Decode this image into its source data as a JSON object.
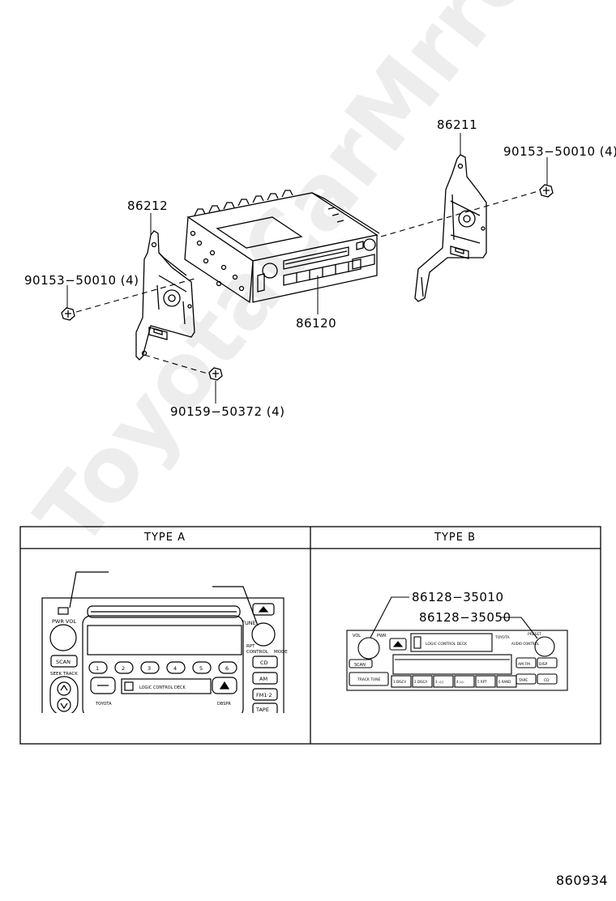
{
  "parts": {
    "bracket_right": "86211",
    "bracket_left": "86212",
    "radio_unit": "86120",
    "screw_right": "90153−50010 (4)",
    "screw_left": "90153−50010 (4)",
    "screw_bottom": "90159−50372 (4)"
  },
  "types": {
    "type_a": {
      "header": "TYPE A",
      "labels": {
        "pwr_vol": "PWR  VOL",
        "tune": "TUNE",
        "scan": "SCAN",
        "seek_track": "SEEK TRACK",
        "cd": "CD",
        "am": "AM",
        "fm": "FM1·2",
        "tape": "TAPE",
        "rpt_ctrl": "RPT",
        "control": "CONTROL",
        "mode": "MODE",
        "logic_deck": "LOGIC CONTROL DECK",
        "brand": "TOYOTA",
        "dsp": "DBSPR",
        "presets": [
          "1",
          "2",
          "3",
          "4",
          "5",
          "6"
        ]
      }
    },
    "type_b": {
      "header": "TYPE B",
      "part_1": "86128−35010",
      "part_2": "86128−35050",
      "labels": {
        "vol": "VOL",
        "pwr": "PWR",
        "scan": "SCAN",
        "track_tune": "TRACK TUNE",
        "logic_deck": "LOGIC CONTROL DECK",
        "brand": "TOYOTA",
        "preset": "PRESET",
        "audio_control": "AUDIO CONTROL",
        "am_fm": "AM FM",
        "disp": "DISP",
        "tape": "TAPE",
        "cd": "CD",
        "presets": [
          "1 DISCV",
          "2 DISCΛ",
          "3 ◁◁",
          "4 ▷▷",
          "5 RPT",
          "6 RAND"
        ]
      }
    }
  },
  "watermark": "ToyotaCarMrro.ru",
  "diagram_id": "860934"
}
